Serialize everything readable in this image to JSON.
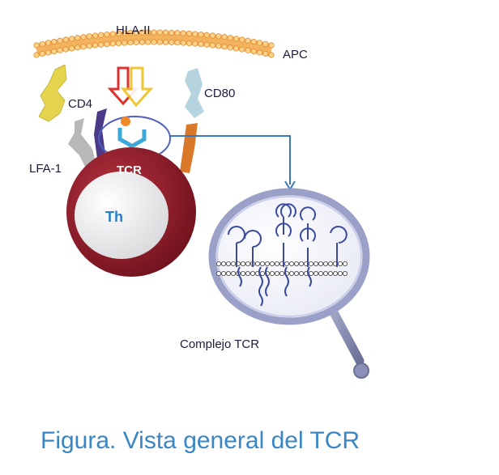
{
  "labels": {
    "hla": "HLA-II",
    "apc": "APC",
    "cd4": "CD4",
    "cd80": "CD80",
    "lfa1": "LFA-1",
    "tcr": "TCR",
    "th": "Th",
    "complex": "Complejo TCR"
  },
  "caption": "Figura.  Vista general del TCR",
  "colors": {
    "membrane": "#f2b25e",
    "th_cell": "#8b1a27",
    "caption": "#3a86c4",
    "tcr_receptor": "#3aa8d8",
    "lens_frame": "#9aa0c8",
    "cd4_molecule": "#e4d44e",
    "lfa1_molecule": "#b8b8b8",
    "cd80_molecule": "#b6d4e0",
    "cd28_molecule": "#d87828",
    "ligand_dot": "#f08a28",
    "arrow_red": "#e03030",
    "arrow_yellow": "#f0c020"
  }
}
